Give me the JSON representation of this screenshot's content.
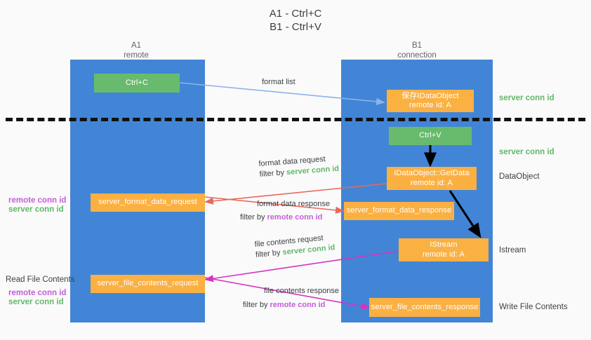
{
  "title": {
    "line1": "A1 - Ctrl+C",
    "line2": "B1 - Ctrl+V"
  },
  "lanes": [
    {
      "id": "a1",
      "name": "A1",
      "sub": "remote"
    },
    {
      "id": "b1",
      "name": "B1",
      "sub": "connection"
    }
  ],
  "boxes": {
    "ctrl_c": "Ctrl+C",
    "ctrl_v": "Ctrl+V",
    "idataobject_top_l1": "保存IDataObject",
    "idataobject_top_l2": "remote id: A",
    "getdata_l1": "IDataObject::GetData",
    "getdata_l2": "remote id: A",
    "istream_l1": "IStream",
    "istream_l2": "remote id: A",
    "server_format_data_request": "server_format_data_request",
    "server_format_data_response": "server_format_data_response",
    "server_file_contents_request": "server_file_contents_request",
    "server_file_contents_response": "server_file_contents_response"
  },
  "side_labels": {
    "right_server_conn_id_top": "server conn id",
    "right_server_conn_id_mid": "server conn id",
    "right_dataobject": "DataObject",
    "right_istream": "Istream",
    "right_write_file_contents": "Write File Contents",
    "left_remote_conn_id_1": "remote conn id",
    "left_server_conn_id_1": "server conn id",
    "left_read_file_contents": "Read File Contents",
    "left_remote_conn_id_2": "remote conn id",
    "left_server_conn_id_2": "server conn id"
  },
  "arrow_labels": {
    "format_list": "format list",
    "format_data_request": "format data request",
    "format_data_request_filter_prefix": "filter by ",
    "format_data_request_filter_value": "server conn id",
    "format_data_response": "format data response",
    "format_data_response_filter_prefix": "filter by ",
    "format_data_response_filter_value": "remote conn id",
    "file_contents_request": "file contents request",
    "file_contents_request_filter_prefix": "filter by ",
    "file_contents_request_filter_value": "server conn id",
    "file_contents_response": "file contents response",
    "file_contents_response_filter_prefix": "filter by ",
    "file_contents_response_filter_value": "remote conn id"
  },
  "colors": {
    "lane": "#4285d6",
    "green_box": "#68bb6c",
    "orange_box": "#fbb042",
    "arrow_blue": "#8ab4e8",
    "arrow_red": "#e8685d",
    "arrow_magenta": "#d633c0",
    "arrow_black": "#000000",
    "text_green": "#63b76b",
    "text_purple": "#c25fd6"
  }
}
